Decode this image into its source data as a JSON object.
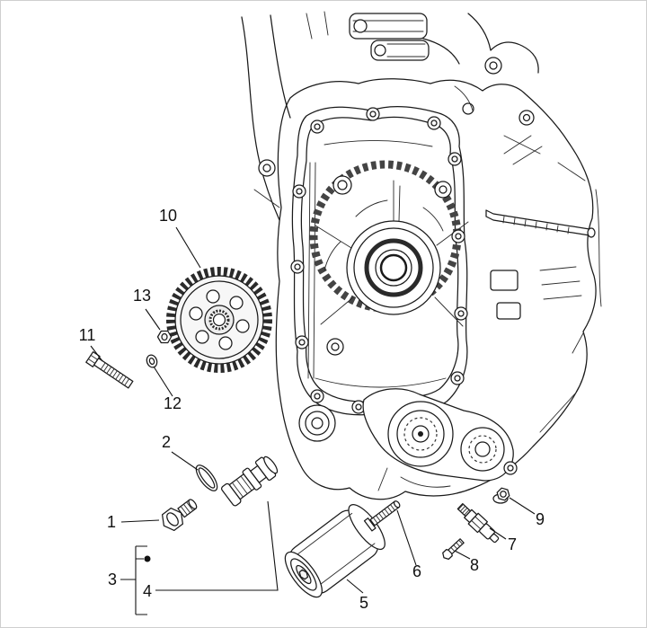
{
  "meta": {
    "background_color": "#ffffff",
    "line_color": "#1a1a1a",
    "border_color": "#cfcfcf"
  },
  "diagram": {
    "type": "exploded-parts-diagram",
    "subject": "engine-crankcase-cover-assembly",
    "labels": [
      {
        "id": "1"
      },
      {
        "id": "2"
      },
      {
        "id": "3"
      },
      {
        "id": "4"
      },
      {
        "id": "5"
      },
      {
        "id": "6"
      },
      {
        "id": "7"
      },
      {
        "id": "8"
      },
      {
        "id": "9"
      },
      {
        "id": "10"
      },
      {
        "id": "11"
      },
      {
        "id": "12"
      },
      {
        "id": "13"
      }
    ]
  }
}
